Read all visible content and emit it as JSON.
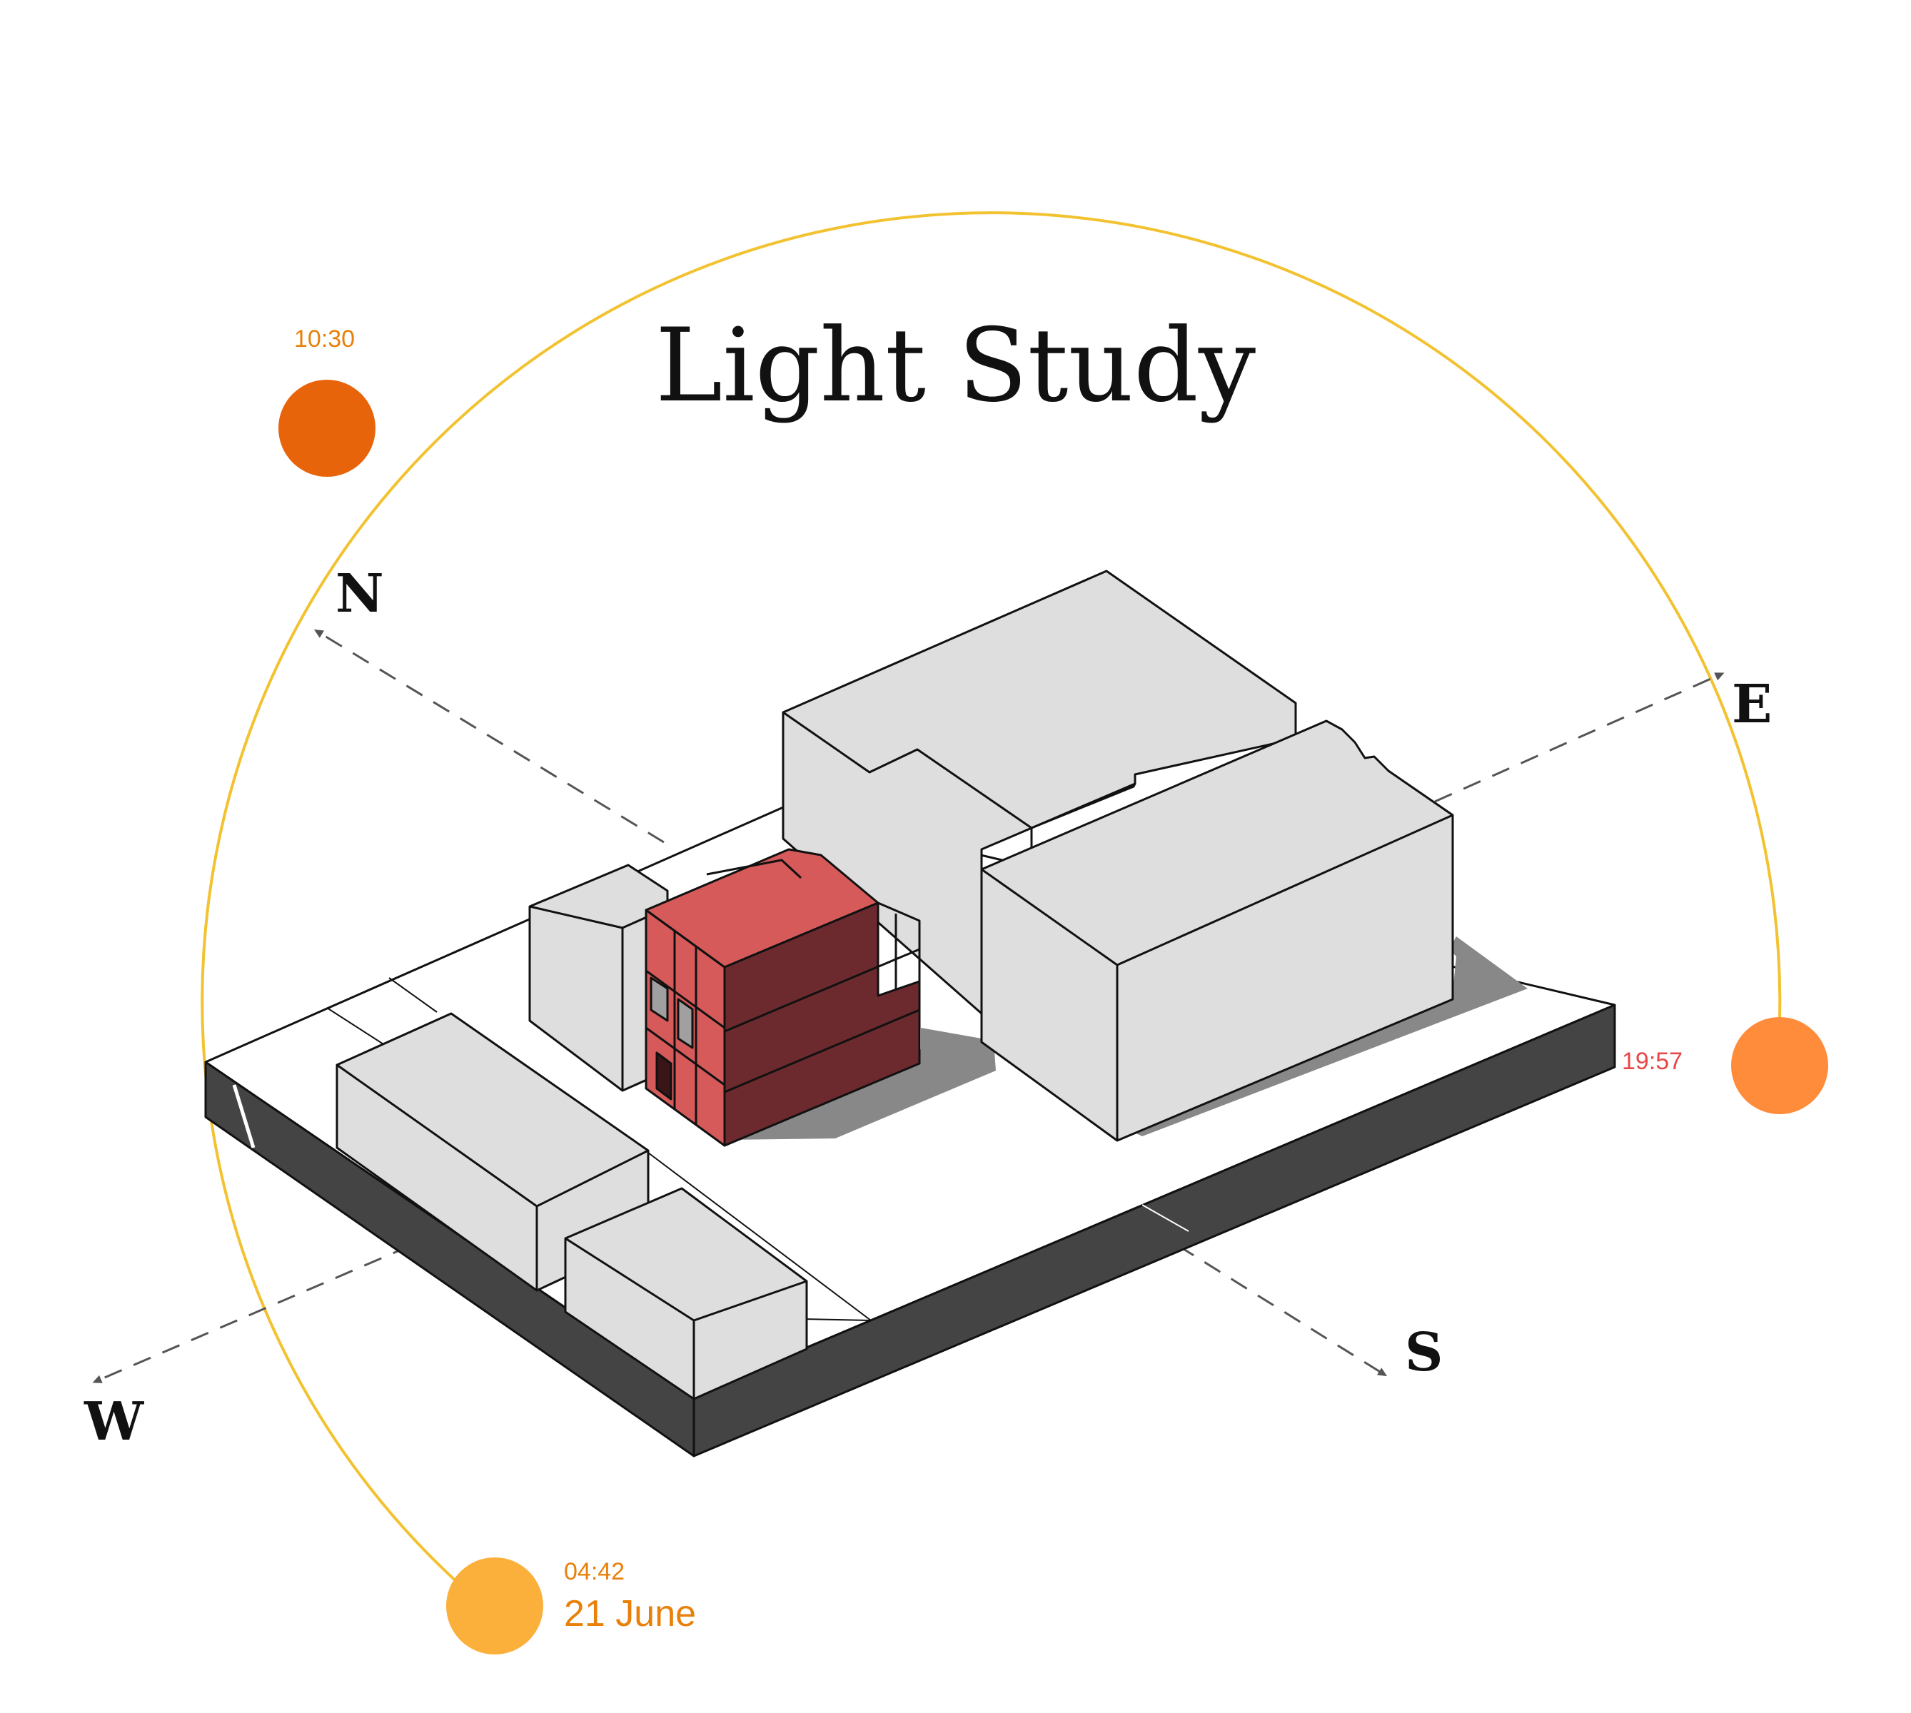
{
  "title": "Light Study",
  "compass": {
    "north": "N",
    "east": "E",
    "south": "S",
    "west": "W"
  },
  "sun_positions": [
    {
      "time": "04:42",
      "color": "#fbb03b"
    },
    {
      "time": "10:30",
      "color": "#e8640a"
    },
    {
      "time": "19:57",
      "color": "#ff8c3a"
    }
  ],
  "date_label": "21 June",
  "colors": {
    "sun_path": "#f2c230",
    "study_building": "#d65a5a",
    "study_building_shadow_face": "#6d2a2e",
    "context_buildings": "#dedede",
    "site_base": "#444444",
    "cast_shadow": "#888888",
    "label_orange": "#e8800a",
    "label_red": "#e84848"
  }
}
